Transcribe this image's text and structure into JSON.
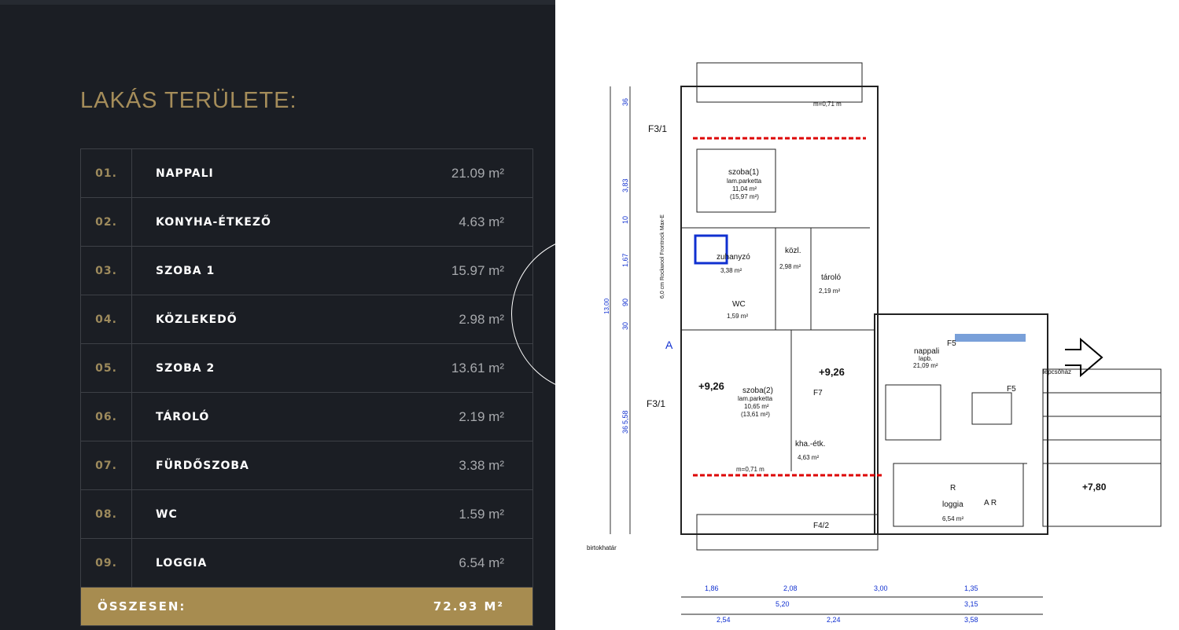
{
  "title": "LAKÁS TERÜLETE:",
  "rooms": [
    {
      "num": "01.",
      "name": "NAPPALI",
      "area": "21.09 m²"
    },
    {
      "num": "02.",
      "name": "KONYHA-ÉTKEZŐ",
      "area": "4.63 m²"
    },
    {
      "num": "03.",
      "name": "SZOBA 1",
      "area": "15.97 m²"
    },
    {
      "num": "04.",
      "name": "KÖZLEKEDŐ",
      "area": "2.98 m²"
    },
    {
      "num": "05.",
      "name": "SZOBA 2",
      "area": "13.61 m²"
    },
    {
      "num": "06.",
      "name": "TÁROLÓ",
      "area": "2.19 m²"
    },
    {
      "num": "07.",
      "name": "FÜRDŐSZOBA",
      "area": "3.38 m²"
    },
    {
      "num": "08.",
      "name": "WC",
      "area": "1.59 m²"
    },
    {
      "num": "09.",
      "name": "LOGGIA",
      "area": "6.54 m²"
    }
  ],
  "total": {
    "label": "ÖSSZESEN:",
    "value": "72.93 M²"
  },
  "plan": {
    "labels": {
      "szoba1": "szoba(1)",
      "szoba1_sub": "lam.parketta",
      "szoba1_area": "11,04 m²",
      "szoba1_area2": "(15,97 m²)",
      "kozl": "közl.",
      "kozl_area": "2,98 m²",
      "zuhanyzo": "zuhanyzó",
      "zuhanyzo_area": "3,38 m²",
      "tarolo": "tároló",
      "tarolo_area": "2,19 m²",
      "wc": "WC",
      "wc_area": "1,59 m²",
      "nappali": "nappali",
      "nappali_sub": "lapb.",
      "nappali_area": "21,09 m²",
      "szoba2": "szoba(2)",
      "szoba2_sub": "lam.parketta",
      "szoba2_area": "10,65 m²",
      "szoba2_area2": "(13,61 m²)",
      "kha": "kha.-étk.",
      "kha_area": "4,63 m²",
      "loggia": "loggia",
      "loggia_area": "6,54 m²",
      "level1": "+9,26",
      "level2": "+9,26",
      "level3": "+7,80",
      "f31a": "F3/1",
      "f31b": "F3/1",
      "f5a": "F5",
      "f5b": "F5",
      "f7": "F7",
      "f42": "F4/2",
      "a": "A",
      "r": "R",
      "ar": "A R",
      "rockwool": "6,0 cm Rockwool Frontrock Max-E",
      "birtok": "birtokhatár",
      "dim_total": "13,00",
      "m071_top": "m=0,71 m",
      "m071_bot": "m=0,71 m",
      "lepcsohaz": "lépcsőház",
      "dims_bottom1": [
        "1,86",
        "2,08",
        "3,00",
        "1,35"
      ],
      "dims_bottom2": [
        "5,20",
        "3,15"
      ],
      "dims_bottom3": [
        "2,54",
        "2,24",
        "3,58"
      ],
      "dims_left": [
        "36",
        "3,83",
        "10",
        "1,67",
        "90",
        "30",
        "5,58",
        "36"
      ]
    }
  }
}
